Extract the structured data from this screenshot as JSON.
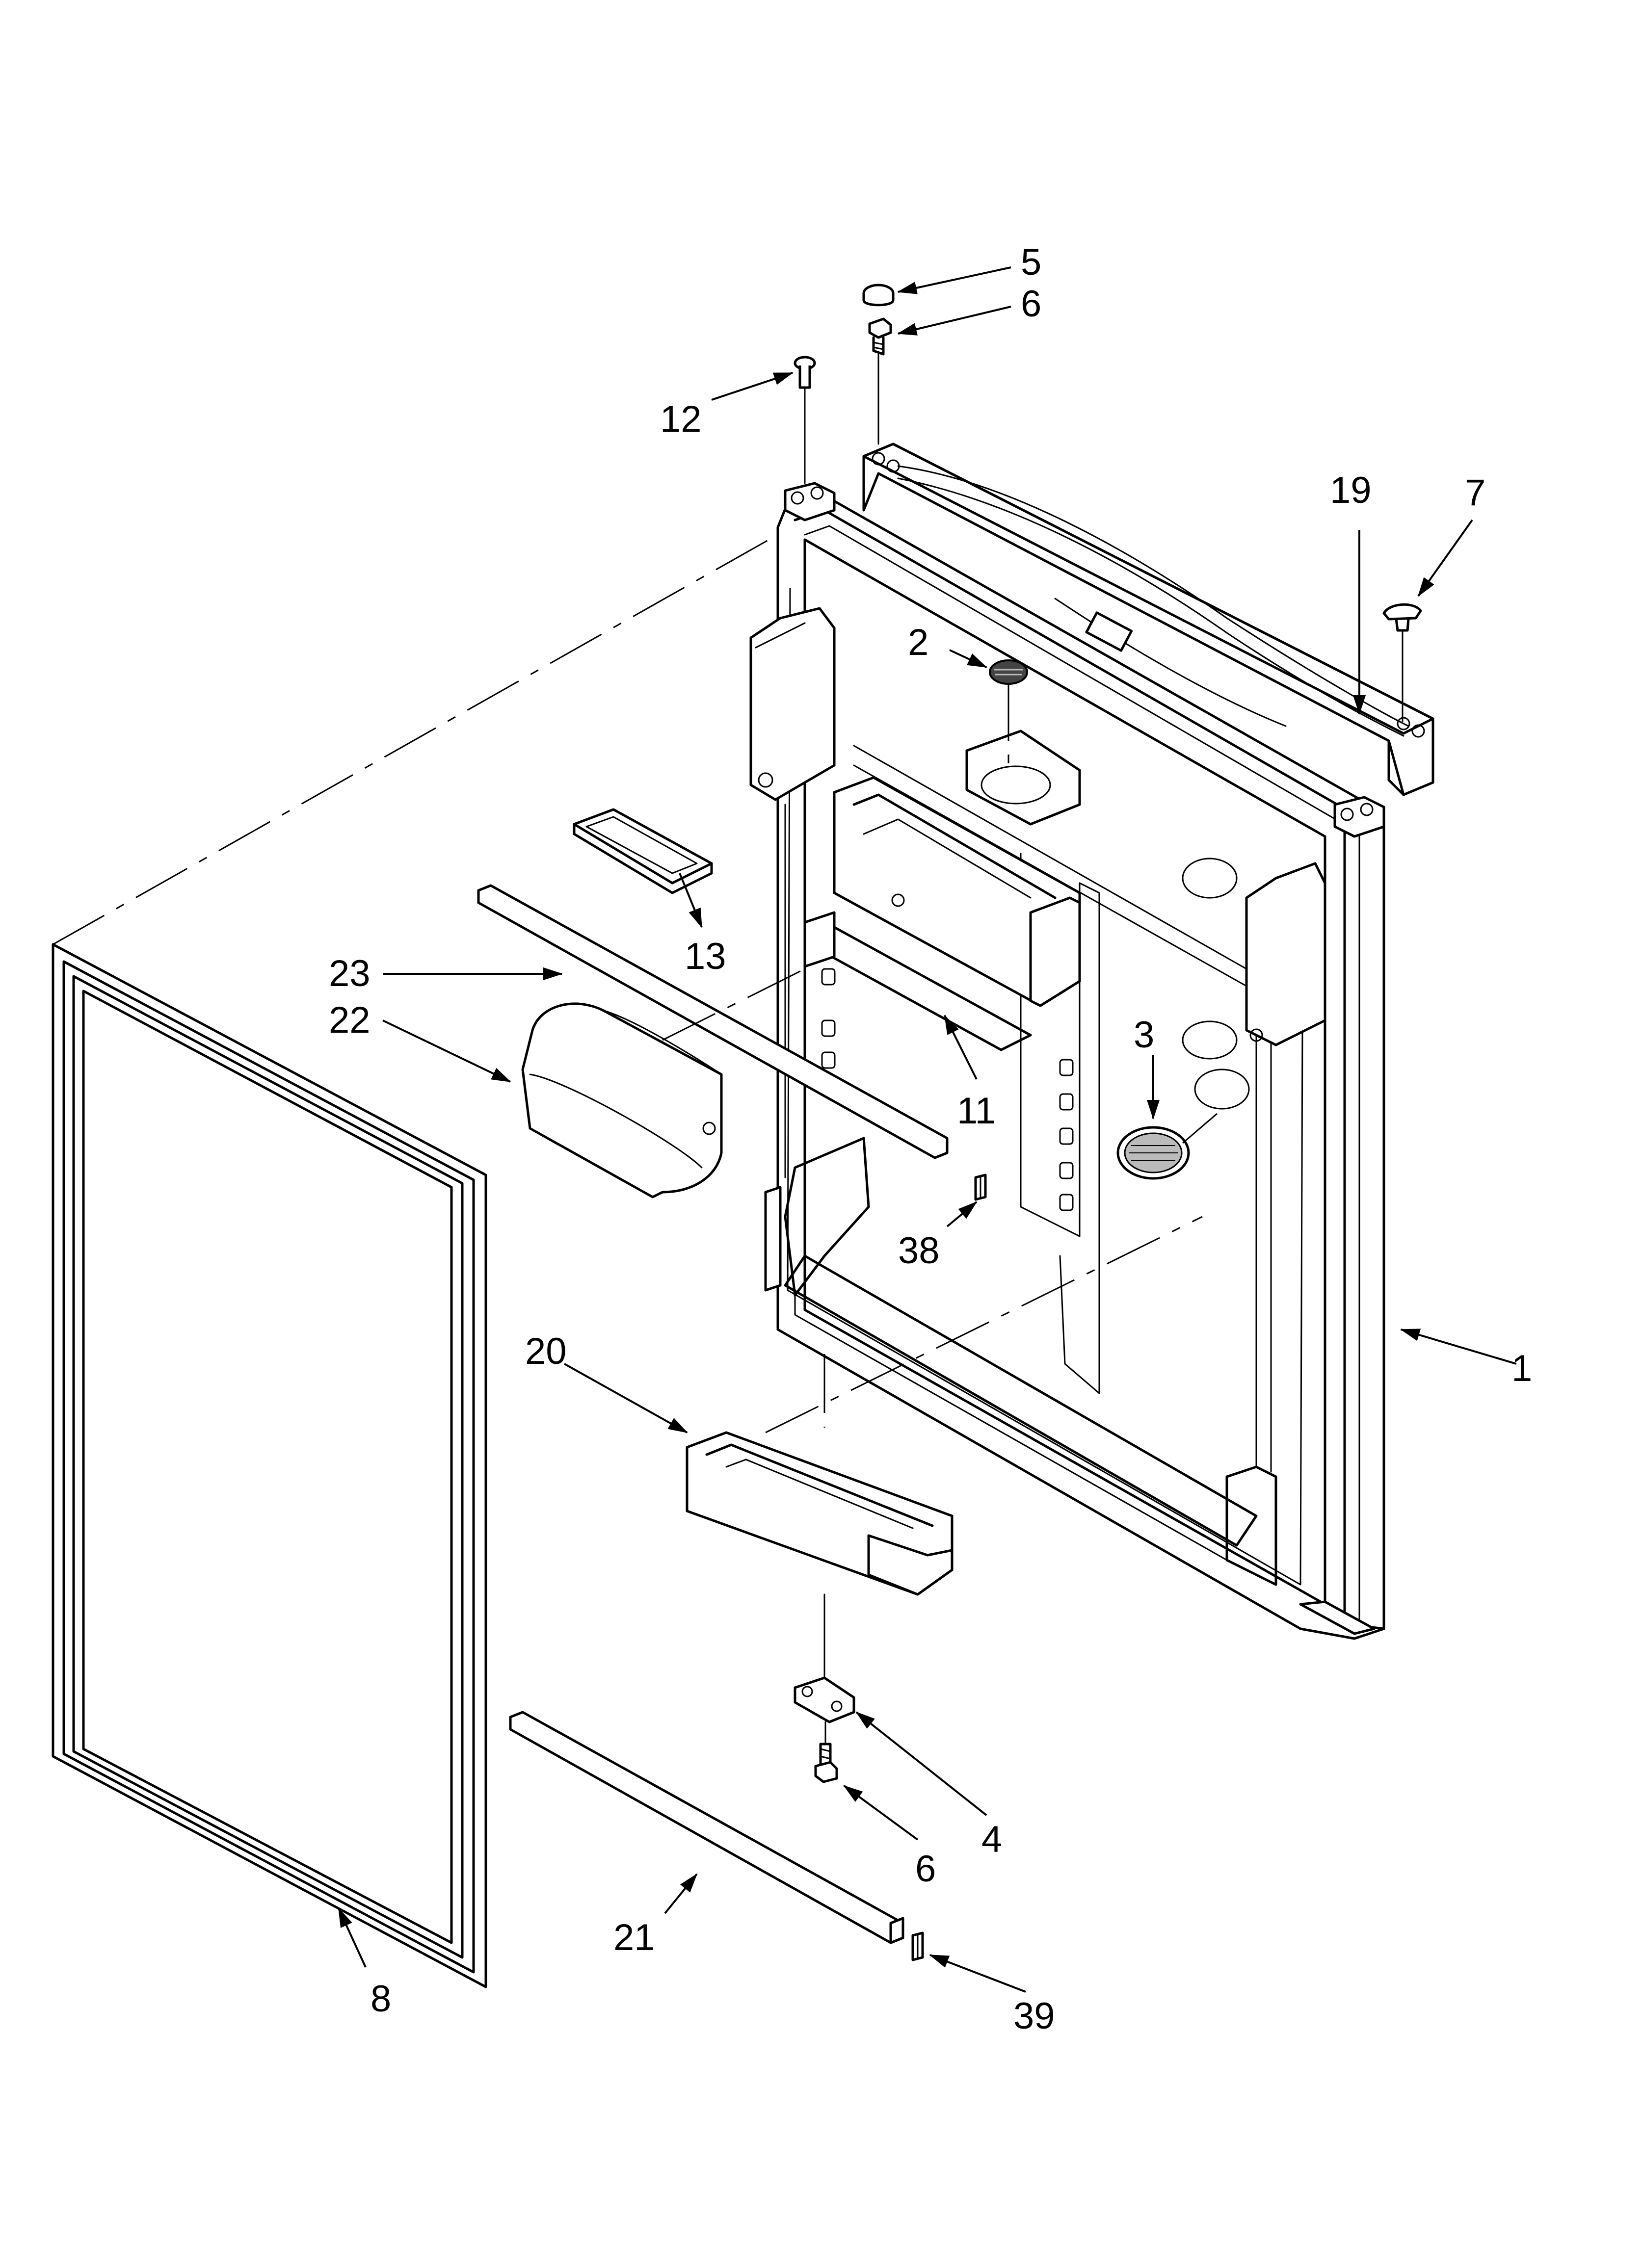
{
  "callouts": [
    {
      "id": "c1",
      "label": "1"
    },
    {
      "id": "c2",
      "label": "2"
    },
    {
      "id": "c3",
      "label": "3"
    },
    {
      "id": "c4",
      "label": "4"
    },
    {
      "id": "c5",
      "label": "5"
    },
    {
      "id": "c6a",
      "label": "6"
    },
    {
      "id": "c6b",
      "label": "6"
    },
    {
      "id": "c7",
      "label": "7"
    },
    {
      "id": "c8",
      "label": "8"
    },
    {
      "id": "c11",
      "label": "11"
    },
    {
      "id": "c12",
      "label": "12"
    },
    {
      "id": "c13",
      "label": "13"
    },
    {
      "id": "c19",
      "label": "19"
    },
    {
      "id": "c20",
      "label": "20"
    },
    {
      "id": "c21",
      "label": "21"
    },
    {
      "id": "c22",
      "label": "22"
    },
    {
      "id": "c23",
      "label": "23"
    },
    {
      "id": "c38",
      "label": "38"
    },
    {
      "id": "c39",
      "label": "39"
    }
  ],
  "colors": {
    "line": "#000000",
    "background": "#ffffff",
    "shade": "#d9d9d9"
  }
}
